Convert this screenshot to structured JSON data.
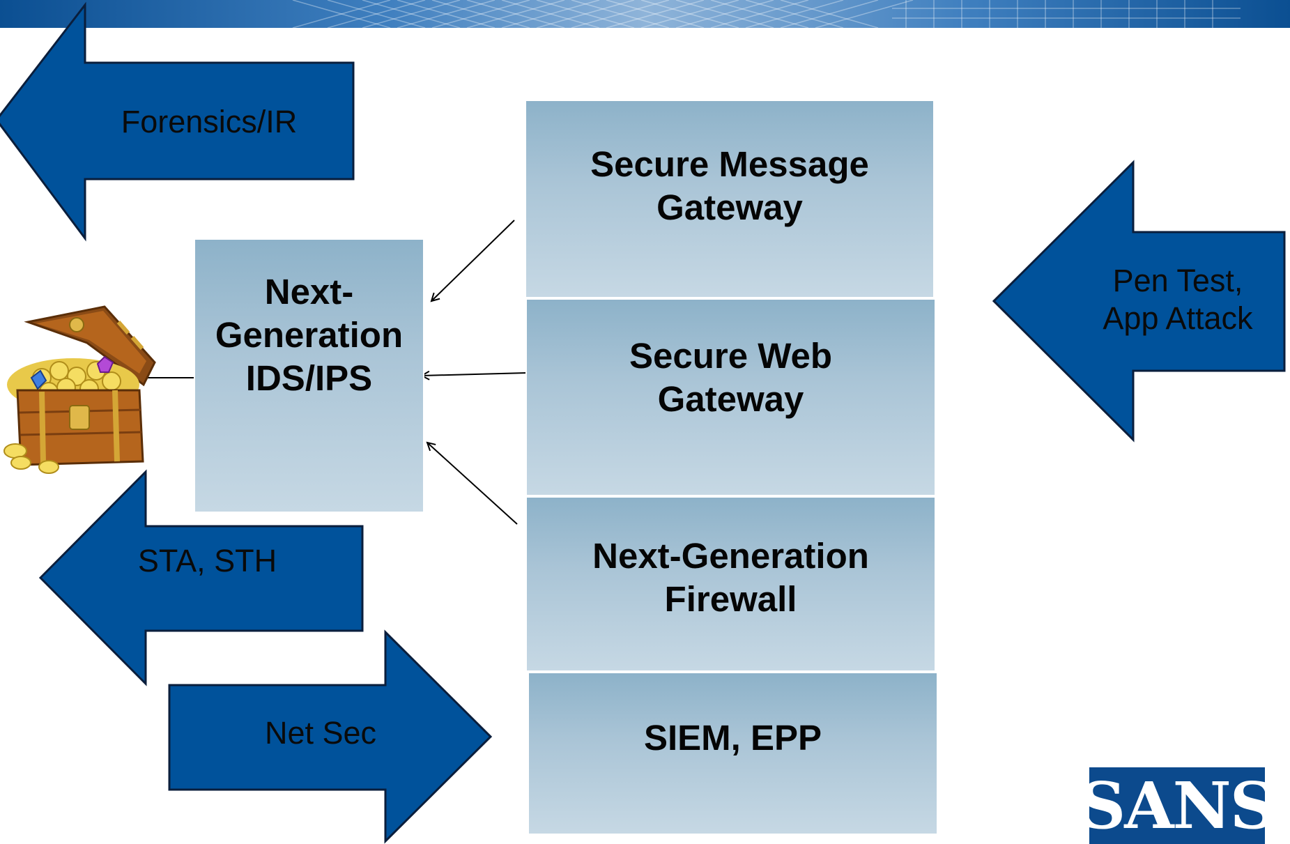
{
  "arrows": {
    "forensics": "Forensics/IR",
    "sta_sth": "STA, STH",
    "net_sec": "Net Sec",
    "pen_test_line1": "Pen Test,",
    "pen_test_line2": "App Attack"
  },
  "boxes": {
    "ids_ips": [
      "Next-",
      "Generation",
      "IDS/IPS"
    ],
    "secure_message": [
      "Secure Message",
      "Gateway"
    ],
    "secure_web": [
      "Secure Web",
      "Gateway"
    ],
    "ng_firewall": [
      "Next-Generation",
      "Firewall"
    ],
    "siem": [
      "SIEM, EPP"
    ]
  },
  "logo": {
    "text": "SANS"
  },
  "colors": {
    "arrow_fill": "#00529b",
    "box_top": "#8db2c9",
    "box_bottom": "#c6d8e4"
  },
  "icons": {
    "treasure": "treasure-chest-icon"
  }
}
